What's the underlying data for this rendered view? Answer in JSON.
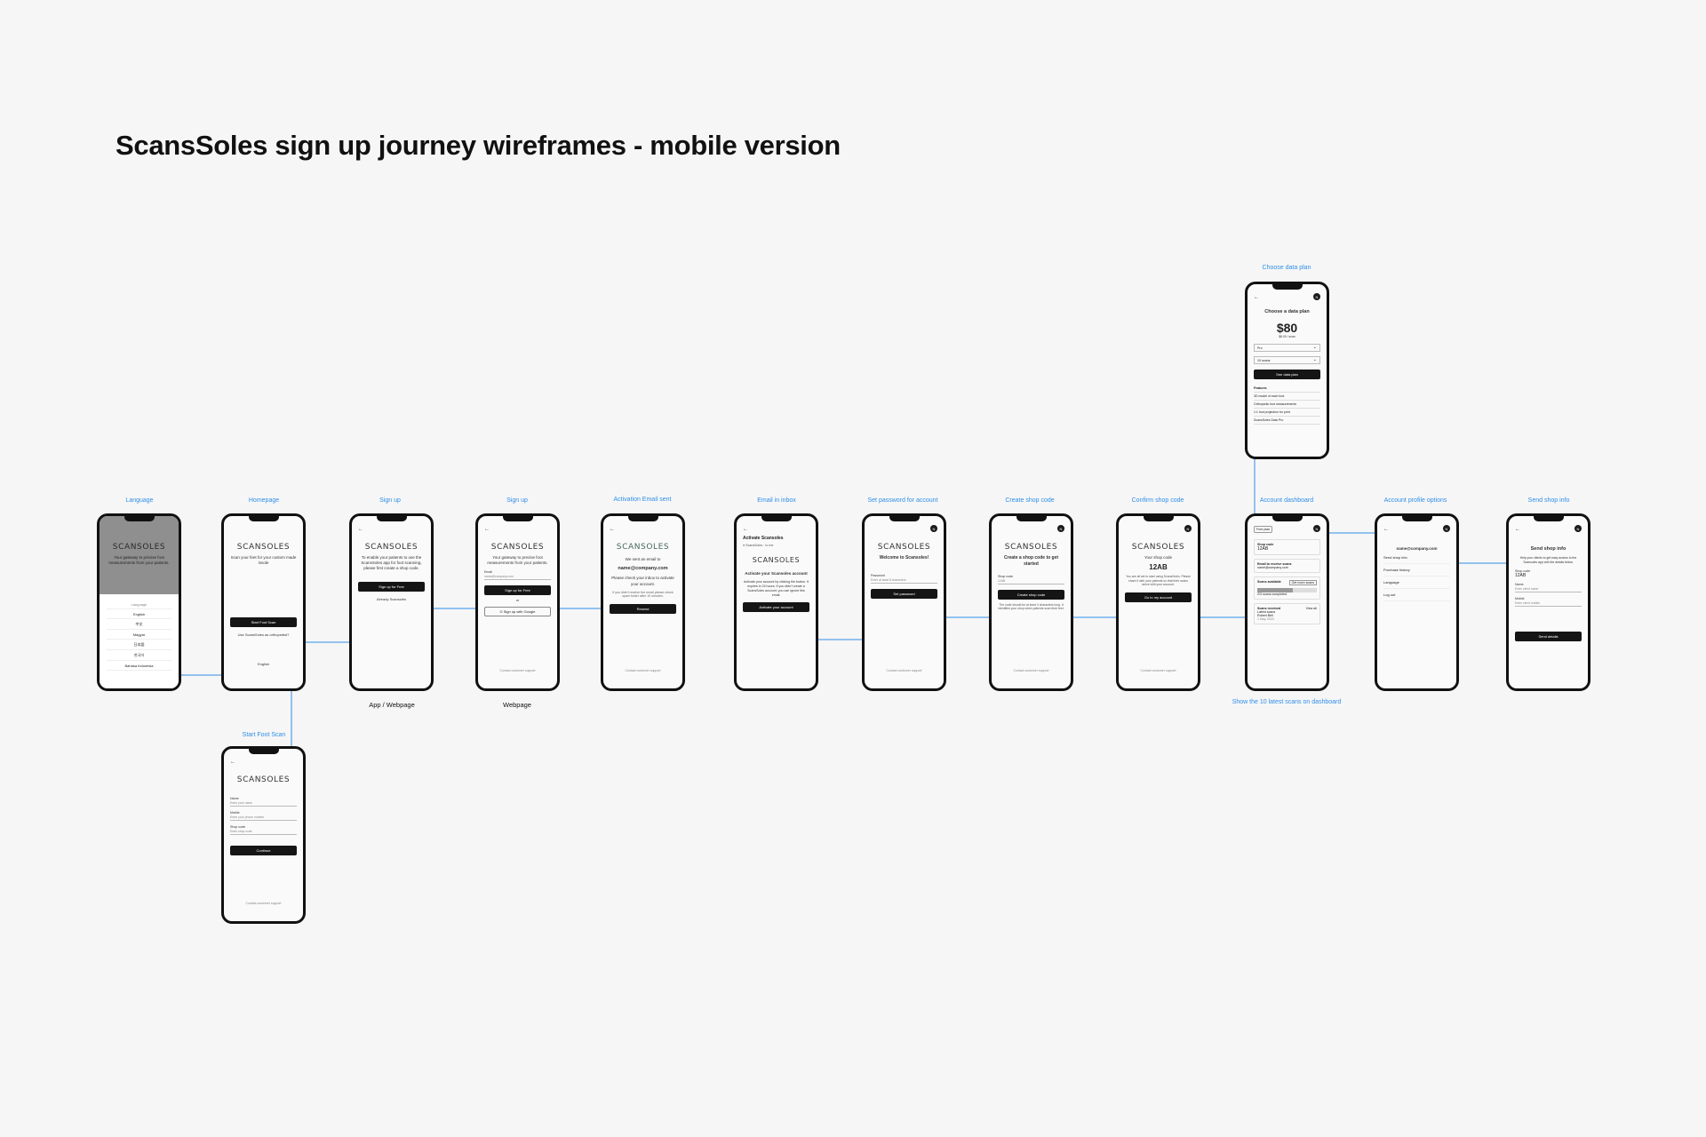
{
  "title": "ScansSoles sign up journey wireframes - mobile version",
  "brand": "SCANSOLES",
  "colors": {
    "connector": "#2f8fe8",
    "label": "#2f8fe8",
    "button": "#151515"
  },
  "labels": {
    "language": "Language",
    "homepage": "Homepage",
    "signup1": "Sign up",
    "signup2": "Sign up",
    "activation": "Activation Email sent",
    "inbox": "Email in inbox",
    "set_password": "Set password for account",
    "create_shop": "Create shop code",
    "confirm_shop": "Confirm shop code",
    "dashboard": "Account dashboard",
    "profile": "Account profile options",
    "send_info": "Send shop info",
    "choose_plan": "Choose data plan",
    "foot_scan": "Start Foot Scan",
    "app_webpage": "App / Webpage",
    "webpage": "Webpage",
    "latest_scans": "Show the 10 latest scans on dashboard"
  },
  "screens": {
    "language": {
      "tagline": "Your gateway to precise foot measurements from your patients.",
      "sheet_title": "Language",
      "options": [
        "English",
        "中文",
        "Magyar",
        "日本語",
        "한국어",
        "Bahasa Indonesia"
      ]
    },
    "homepage": {
      "tagline": "Scan your feet for your custom made insole",
      "primary": "Start Foot Scan",
      "secondary": "Use ScansSoles as orthopedist?",
      "language": "English"
    },
    "signup1": {
      "tagline": "To enable your patients to use the ScansSoles app for foot scanning, please first create a shop code.",
      "primary": "Sign up for Free",
      "secondary": "Already Scansoles"
    },
    "signup2": {
      "tagline": "Your gateway to precise foot measurements from your patients.",
      "email_label": "Email",
      "email_value": "name@company.com",
      "primary": "Sign up for Free",
      "or": "or",
      "google": "Sign up with Google",
      "support": "Contact customer support"
    },
    "activation": {
      "line1": "We sent an email to",
      "email": "name@company.com",
      "line2": "Please check your inbox to activate your account.",
      "line3": "If you didn't receive the email please check spam folder after 10 minutes.",
      "primary": "Resend",
      "support": "Contact customer support"
    },
    "inbox": {
      "subject": "Activate Scansoles",
      "sender": "ScansSoles",
      "to": "to me",
      "heading": "Activate your Scansoles account",
      "body": "Activate your account by clicking the button. It expires in 24 hours. If you didn't create a ScansSoles account, you can ignore this email.",
      "primary": "Activate your account"
    },
    "set_password": {
      "heading": "Welcome to Scansoles!",
      "field_label": "Password",
      "field_placeholder": "Enter at least 8 characters",
      "primary": "Set password",
      "support": "Contact customer support"
    },
    "create_shop": {
      "heading": "Create a shop code to get started",
      "field_label": "Shop code",
      "field_value": "12AB",
      "primary": "Create shop code",
      "note": "The code should be at least 4 characters long. It identifies your shop when patients scan their feet.",
      "support": "Contact customer support"
    },
    "confirm_shop": {
      "heading": "Your shop code",
      "code": "12AB",
      "note": "You are all set to start using ScansSoles. Please share it with your patients so that their scans arrive with your account.",
      "primary": "Go to my account",
      "support": "Contact customer support"
    },
    "dashboard": {
      "chip": "Free plan",
      "shop_code_label": "Shop code",
      "shop_code": "12AB",
      "email_label": "Email to receive scans",
      "email": "name@company.com",
      "scans_label": "Scans available",
      "scans_button": "Get more scans",
      "progress": 0.6,
      "progress_text": "2/3 scans completed",
      "received_label": "Scans received",
      "view_all": "View all",
      "latest": "Latest scans",
      "entry_name": "Robert Bell",
      "entry_date": "1 May 2024"
    },
    "profile": {
      "email": "name@company.com",
      "items": [
        "Send shop info",
        "Purchase history",
        "Language",
        "Log out"
      ]
    },
    "send_info": {
      "heading": "Send shop info",
      "body": "Help your clients to get easy access to the Scansoles app with the details below.",
      "code_label": "Shop code",
      "code": "12AB",
      "name_label": "Name",
      "name_placeholder": "Enter client name",
      "mobile_label": "Mobile",
      "mobile_placeholder": "Enter client mobile",
      "primary": "Send details"
    },
    "choose_plan": {
      "heading": "Choose a data plan",
      "price": "$80",
      "per": "$8.00 / scan",
      "plan": "Pro",
      "scans": "10 scans",
      "primary": "See data plan",
      "features_title": "Features",
      "features": [
        "3D model of each foot",
        "Orthopedic foot measurements",
        "1:1 foot projection for print",
        "ScansSoles Data Pro"
      ]
    },
    "foot_scan": {
      "name_label": "Name",
      "name_placeholder": "Enter your name",
      "mobile_label": "Mobile",
      "mobile_placeholder": "Enter your phone number",
      "shop_label": "Shop code",
      "shop_placeholder": "Enter shop code",
      "primary": "Continue",
      "support": "Contact customer support"
    }
  }
}
